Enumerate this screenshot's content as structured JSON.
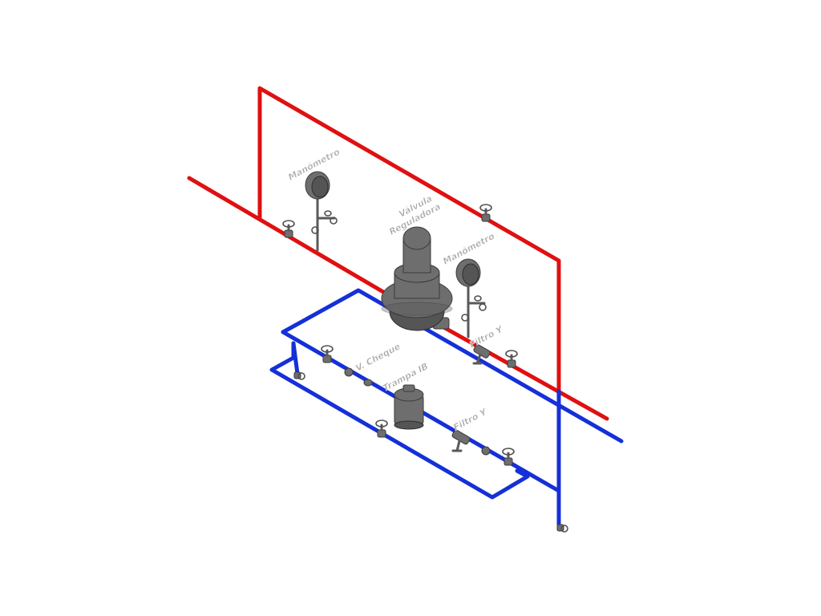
{
  "diagram": {
    "labels": {
      "manometro_1": "Manómetro",
      "valvula_line1": "Válvula",
      "valvula_line2": "Reguladora",
      "manometro_2": "Manómetro",
      "filtro_y_1": "Filtro Y",
      "v_cheque": "V. Cheque",
      "trampa_ib": "Trampa IB",
      "filtro_y_2": "Filtro Y"
    },
    "colors": {
      "steam_pipe": "#e01010",
      "condensate_pipe": "#1530d8",
      "equipment": "#6e6e6e",
      "label_text": "#a8a8a8",
      "background": "#ffffff"
    },
    "icons": {
      "valve": "gate-valve-icon",
      "gauge": "pressure-gauge-icon",
      "regulator": "pressure-regulator-icon",
      "trap": "steam-trap-icon",
      "strainer": "y-strainer-icon"
    }
  }
}
